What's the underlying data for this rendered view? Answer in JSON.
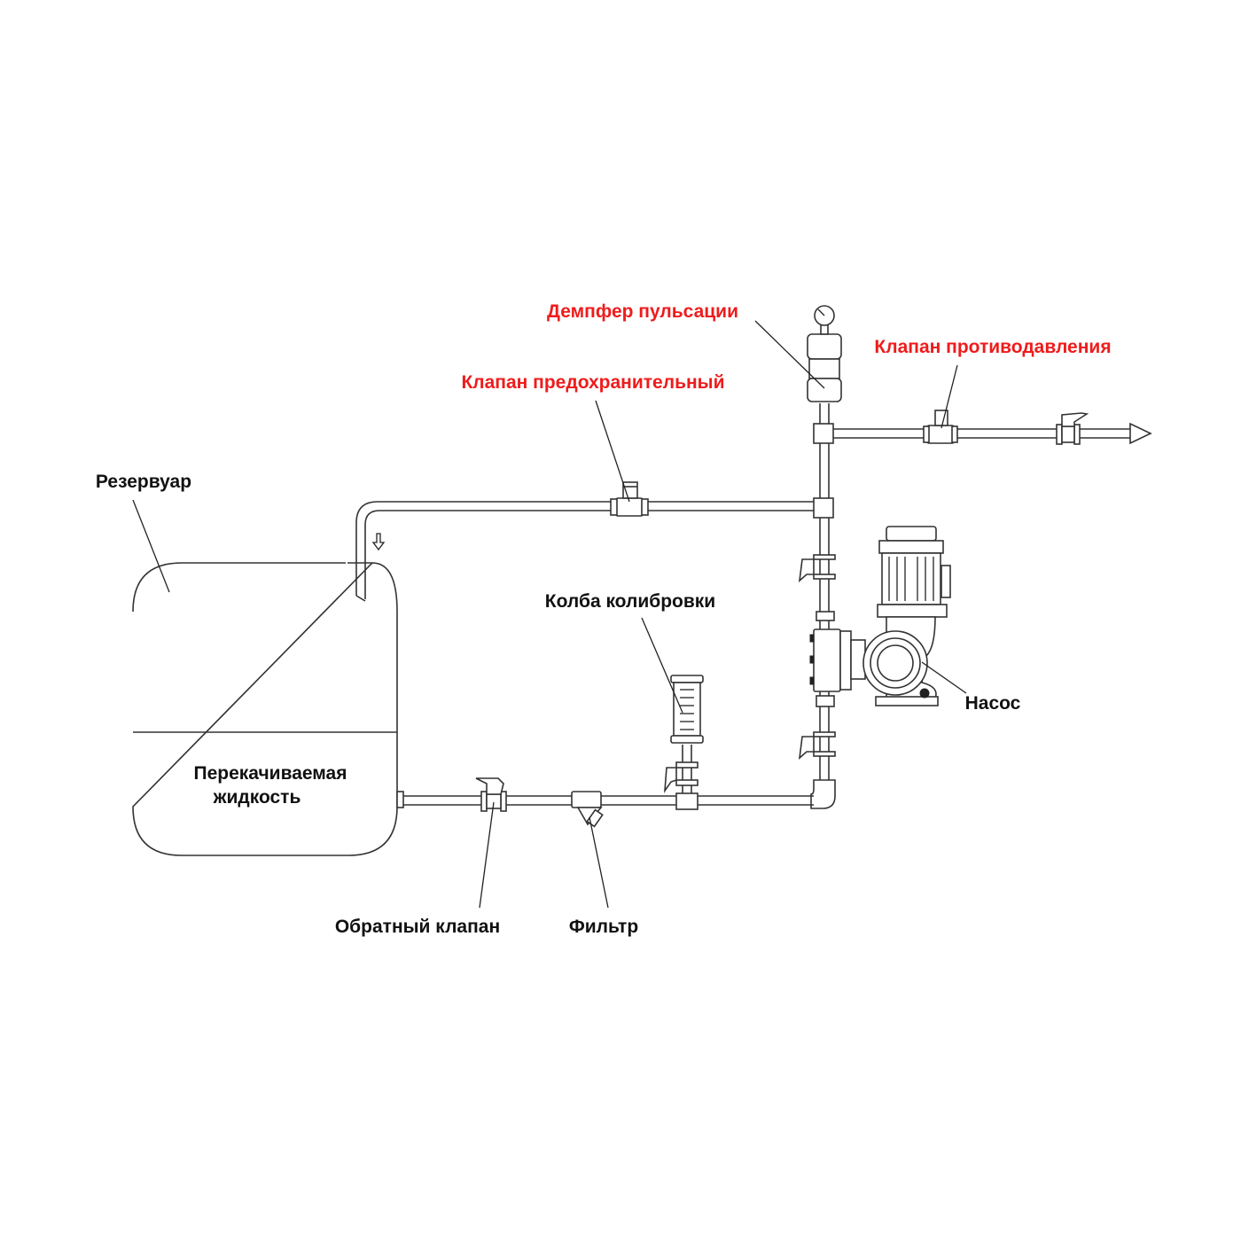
{
  "diagram": {
    "title": "Схема установки дозирующего насоса",
    "colors": {
      "highlight": "#ee1c1c",
      "normal": "#111111"
    },
    "labels": {
      "damper": "Демпфер пульсации",
      "back_pressure_valve": "Клапан противодавления",
      "safety_valve": "Клапан предохранительный",
      "tank": "Резервуар",
      "calibration_flask": "Колба колибровки",
      "pump": "Насос",
      "liquid_line1": "Перекачиваемая",
      "liquid_line2": "жидкость",
      "check_valve": "Обратный клапан",
      "filter": "Фильтр"
    }
  }
}
